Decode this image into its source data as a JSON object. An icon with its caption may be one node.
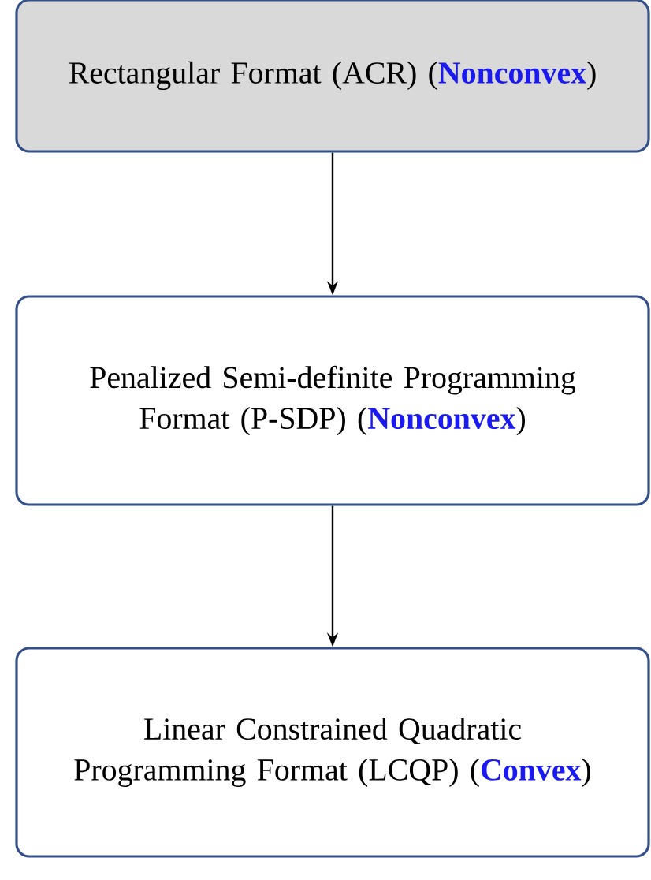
{
  "diagram": {
    "nodes": [
      {
        "text": [
          "Rectangular Format (ACR) (**Nonconvex**)"
        ]
      },
      {
        "text": [
          "Penalized Semi-definite Programming Format (P-SDP) (**Nonconvex**)"
        ]
      },
      {
        "text": [
          "Linear Constrained Quadratic Programming Format (LCQP) (**Convex**)"
        ]
      }
    ],
    "edges": [
      {
        "from": 0,
        "to": 1,
        "arrow": "to"
      },
      {
        "from": 1,
        "to": 2,
        "arrow": "to"
      }
    ]
  }
}
